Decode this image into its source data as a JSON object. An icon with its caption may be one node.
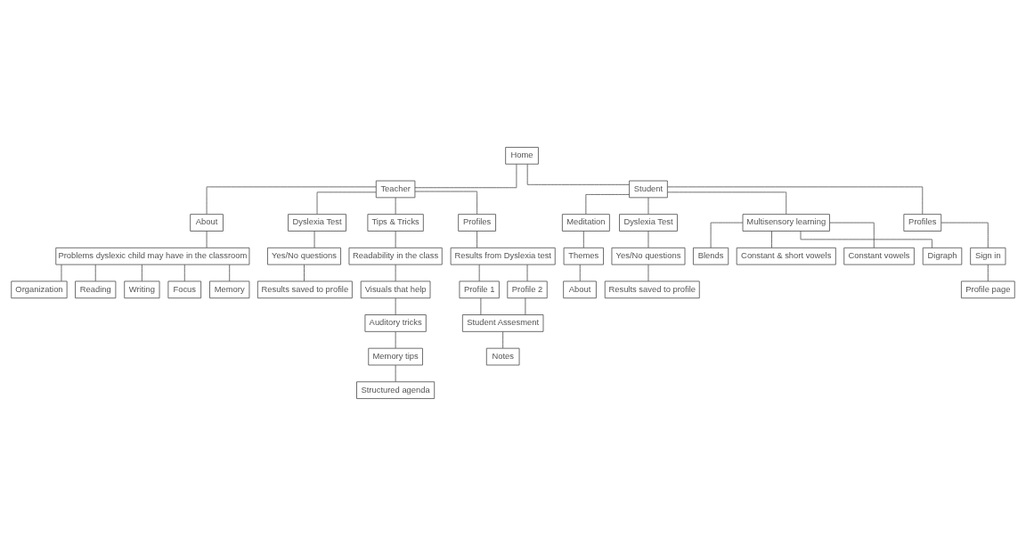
{
  "diagram": {
    "nodes": [
      {
        "text": [
          "Home"
        ]
      },
      {
        "text": [
          "Teacher"
        ]
      },
      {
        "text": [
          "About"
        ]
      },
      {
        "text": [
          "Problems dyslexic child may have in the classroom"
        ]
      },
      {
        "text": [
          "Organization"
        ]
      },
      {
        "text": [
          "Reading"
        ]
      },
      {
        "text": [
          "Writing"
        ]
      },
      {
        "text": [
          "Focus"
        ]
      },
      {
        "text": [
          "Memory"
        ]
      },
      {
        "text": [
          "Dyslexia Test"
        ]
      },
      {
        "text": [
          "Yes/No questions"
        ]
      },
      {
        "text": [
          "Results saved to profile"
        ]
      },
      {
        "text": [
          "Tips & Tricks"
        ]
      },
      {
        "text": [
          "Readability in the class"
        ]
      },
      {
        "text": [
          "Visuals that help"
        ]
      },
      {
        "text": [
          "Auditory tricks"
        ]
      },
      {
        "text": [
          "Memory tips"
        ]
      },
      {
        "text": [
          "Structured agenda"
        ]
      },
      {
        "text": [
          "Profiles"
        ]
      },
      {
        "text": [
          "Results from Dyslexia test"
        ]
      },
      {
        "text": [
          "Profile 1"
        ]
      },
      {
        "text": [
          "Profile 2"
        ]
      },
      {
        "text": [
          "Student Assesment"
        ]
      },
      {
        "text": [
          "Notes"
        ]
      },
      {
        "text": [
          "Student"
        ]
      },
      {
        "text": [
          "Meditation"
        ]
      },
      {
        "text": [
          "Themes"
        ]
      },
      {
        "text": [
          "About"
        ]
      },
      {
        "text": [
          "Dyslexia Test"
        ]
      },
      {
        "text": [
          "Yes/No questions"
        ]
      },
      {
        "text": [
          "Results saved to profile"
        ]
      },
      {
        "text": [
          "Multisensory learning"
        ]
      },
      {
        "text": [
          "Blends"
        ]
      },
      {
        "text": [
          "Constant & short vowels"
        ]
      },
      {
        "text": [
          "Constant vowels"
        ]
      },
      {
        "text": [
          "Digraph"
        ]
      },
      {
        "text": [
          "Profiles"
        ]
      },
      {
        "text": [
          "Sign in"
        ]
      },
      {
        "text": [
          "Profile page"
        ]
      }
    ],
    "edges": [
      {
        "from": 0,
        "to": 1,
        "arrow": "none"
      },
      {
        "from": 0,
        "to": 24,
        "arrow": "none"
      },
      {
        "from": 1,
        "to": 2,
        "arrow": "none"
      },
      {
        "from": 1,
        "to": 9,
        "arrow": "none"
      },
      {
        "from": 1,
        "to": 12,
        "arrow": "none"
      },
      {
        "from": 1,
        "to": 18,
        "arrow": "none"
      },
      {
        "from": 2,
        "to": 3,
        "arrow": "none"
      },
      {
        "from": 3,
        "to": 4,
        "arrow": "none"
      },
      {
        "from": 3,
        "to": 5,
        "arrow": "none"
      },
      {
        "from": 3,
        "to": 6,
        "arrow": "none"
      },
      {
        "from": 3,
        "to": 7,
        "arrow": "none"
      },
      {
        "from": 3,
        "to": 8,
        "arrow": "none"
      },
      {
        "from": 9,
        "to": 10,
        "arrow": "none"
      },
      {
        "from": 10,
        "to": 11,
        "arrow": "none"
      },
      {
        "from": 12,
        "to": 13,
        "arrow": "none"
      },
      {
        "from": 13,
        "to": 14,
        "arrow": "none"
      },
      {
        "from": 14,
        "to": 15,
        "arrow": "none"
      },
      {
        "from": 15,
        "to": 16,
        "arrow": "none"
      },
      {
        "from": 16,
        "to": 17,
        "arrow": "none"
      },
      {
        "from": 18,
        "to": 19,
        "arrow": "none"
      },
      {
        "from": 19,
        "to": 20,
        "arrow": "none"
      },
      {
        "from": 19,
        "to": 21,
        "arrow": "none"
      },
      {
        "from": 20,
        "to": 22,
        "arrow": "none"
      },
      {
        "from": 21,
        "to": 22,
        "arrow": "none"
      },
      {
        "from": 22,
        "to": 23,
        "arrow": "none"
      },
      {
        "from": 24,
        "to": 25,
        "arrow": "none"
      },
      {
        "from": 24,
        "to": 28,
        "arrow": "none"
      },
      {
        "from": 24,
        "to": 31,
        "arrow": "none"
      },
      {
        "from": 24,
        "to": 36,
        "arrow": "none"
      },
      {
        "from": 25,
        "to": 26,
        "arrow": "none"
      },
      {
        "from": 26,
        "to": 27,
        "arrow": "none"
      },
      {
        "from": 28,
        "to": 29,
        "arrow": "none"
      },
      {
        "from": 29,
        "to": 30,
        "arrow": "none"
      },
      {
        "from": 31,
        "to": 32,
        "arrow": "none"
      },
      {
        "from": 31,
        "to": 33,
        "arrow": "none"
      },
      {
        "from": 31,
        "to": 34,
        "arrow": "none"
      },
      {
        "from": 31,
        "to": 35,
        "arrow": "none"
      },
      {
        "from": 36,
        "to": 37,
        "arrow": "none"
      },
      {
        "from": 37,
        "to": 38,
        "arrow": "none"
      }
    ]
  }
}
